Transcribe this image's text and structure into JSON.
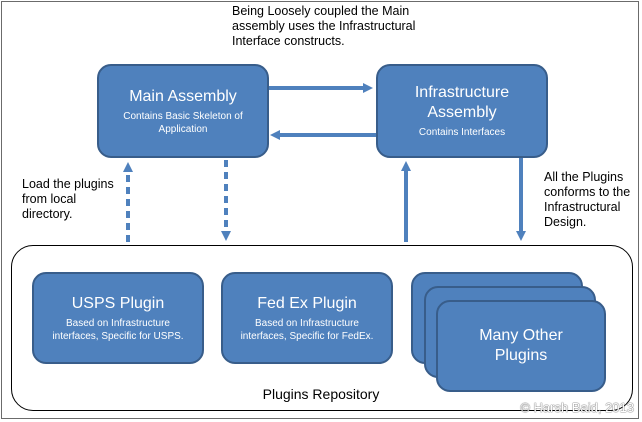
{
  "notes": {
    "top": "Being Loosely coupled the Main assembly uses the Infrastructural Interface constructs.",
    "left": "Load the plugins from local directory.",
    "right": "All the Plugins conforms to the Infrastructural Design."
  },
  "main_assembly": {
    "title": "Main Assembly",
    "subtitle": "Contains Basic Skeleton of Application"
  },
  "infrastructure_assembly": {
    "title": "Infrastructure Assembly",
    "subtitle": "Contains Interfaces"
  },
  "plugins": [
    {
      "title": "USPS Plugin",
      "subtitle": "Based on Infrastructure interfaces, Specific for USPS."
    },
    {
      "title": "Fed Ex Plugin",
      "subtitle": "Based on Infrastructure interfaces, Specific for FedEx."
    },
    {
      "title": "Many Other Plugins",
      "subtitle": ""
    }
  ],
  "repository_label": "Plugins Repository",
  "copyright": "© Harsh Baid, 2013",
  "colors": {
    "box_fill": "#4f81bd",
    "box_border": "#385d8a",
    "text": "#ffffff"
  }
}
